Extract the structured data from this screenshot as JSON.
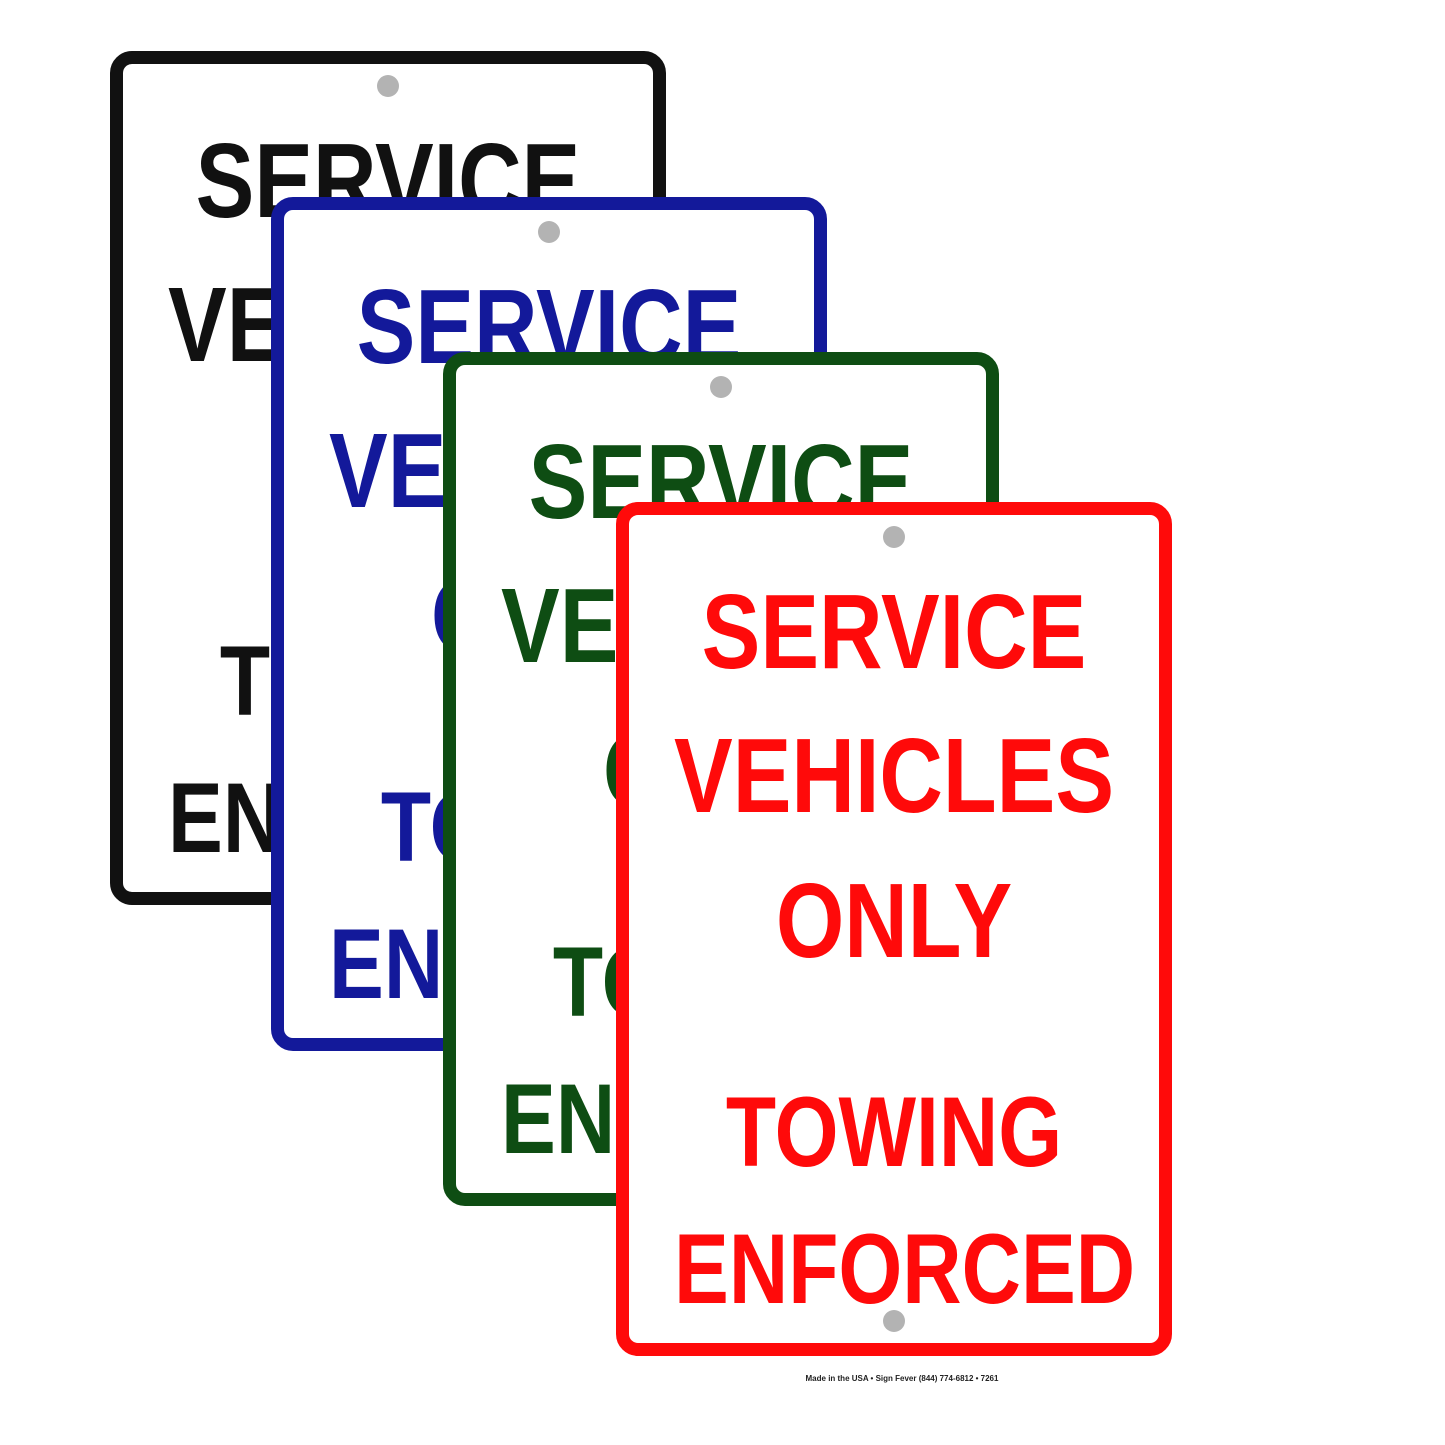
{
  "colors": {
    "black": "#111111",
    "blue": "#13199a",
    "green": "#0e4d13",
    "red": "#ff0a0a",
    "mounting_hole": "#b3b3b3"
  },
  "sign_text": {
    "line1": "SERVICE",
    "line2": "VEHICLES",
    "line3": "ONLY",
    "line4": "TOWING",
    "line5": "ENFORCED"
  },
  "signs": [
    {
      "color_name": "black"
    },
    {
      "color_name": "blue"
    },
    {
      "color_name": "green"
    },
    {
      "color_name": "red"
    }
  ],
  "footer": "Made in the USA • Sign Fever (844) 774-6812 • 7261"
}
